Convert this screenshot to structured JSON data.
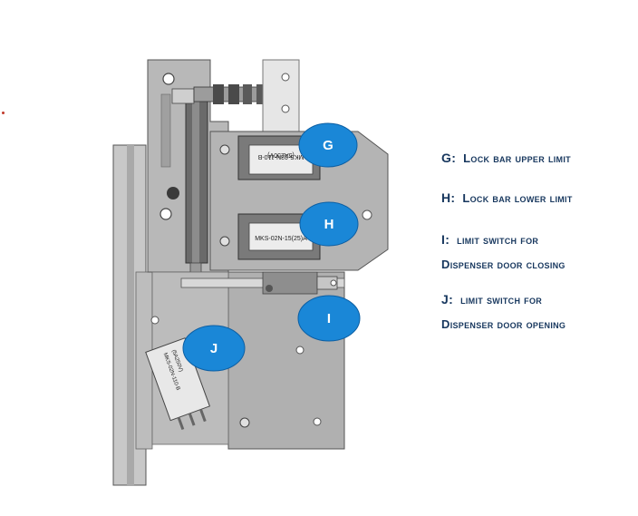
{
  "callouts": [
    {
      "letter": "G"
    },
    {
      "letter": "H"
    },
    {
      "letter": "I"
    },
    {
      "letter": "J"
    }
  ],
  "legend": [
    {
      "key": "G:",
      "text": "Lock bar upper limit"
    },
    {
      "key": "H:",
      "text": "Lock bar lower limit"
    },
    {
      "key": "I:",
      "text": "limit switch for"
    },
    {
      "key": "",
      "text": "Dispenser door closing"
    },
    {
      "key": "J:",
      "text": "limit switch for"
    },
    {
      "key": "",
      "text": "Dispenser door opening"
    }
  ],
  "switch_labels": {
    "g_model": "MKS-02N-110-B",
    "g_rating": "(5A250V)",
    "h_model": "MKS-02N-15(25)A",
    "j_model": "MKS-02N-110-B",
    "j_rating": "(5A250V)"
  },
  "colors": {
    "callout_fill": "#1a87d7",
    "legend_text": "#17375e",
    "metal": "#b4b4b4",
    "metal_dark": "#8a8a8a",
    "switch_body": "#e8e8e8"
  }
}
